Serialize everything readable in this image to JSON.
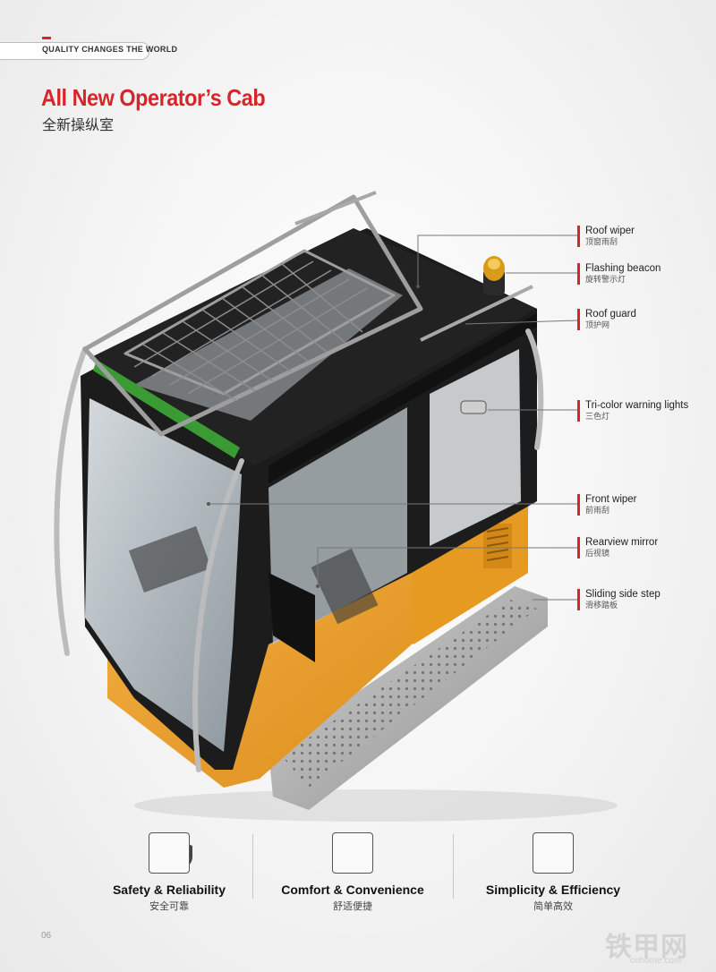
{
  "header": {
    "tagline": "QUALITY CHANGES THE WORLD"
  },
  "page": {
    "title": "All New Operator’s Cab",
    "subtitle": "全新操纵室",
    "page_number": "06"
  },
  "callouts": [
    {
      "en": "Roof wiper",
      "cn": "顶窗雨刮"
    },
    {
      "en": "Flashing beacon",
      "cn": "旋转警示灯"
    },
    {
      "en": "Roof guard",
      "cn": "顶护网"
    },
    {
      "en": "Tri-color warning lights",
      "cn": "三色灯"
    },
    {
      "en": "Front wiper",
      "cn": "前雨刮"
    },
    {
      "en": "Rearview mirror",
      "cn": "后视镜"
    },
    {
      "en": "Sliding side step",
      "cn": "滑移踏板"
    }
  ],
  "features": [
    {
      "en": "Safety & Reliability",
      "cn": "安全可靠",
      "icon": "shield-check-icon"
    },
    {
      "en": "Comfort & Convenience",
      "cn": "舒适便捷",
      "icon": "coffee-cup-icon"
    },
    {
      "en": "Simplicity & Efficiency",
      "cn": "简单高效",
      "icon": "lightbulb-thumbs-up-icon"
    }
  ],
  "watermark": {
    "logo": "铁甲网",
    "site": "cehome.com"
  },
  "colors": {
    "accent": "#d6262b",
    "cab_orange": "#f2a12c",
    "cab_black": "#1c1c1c"
  }
}
